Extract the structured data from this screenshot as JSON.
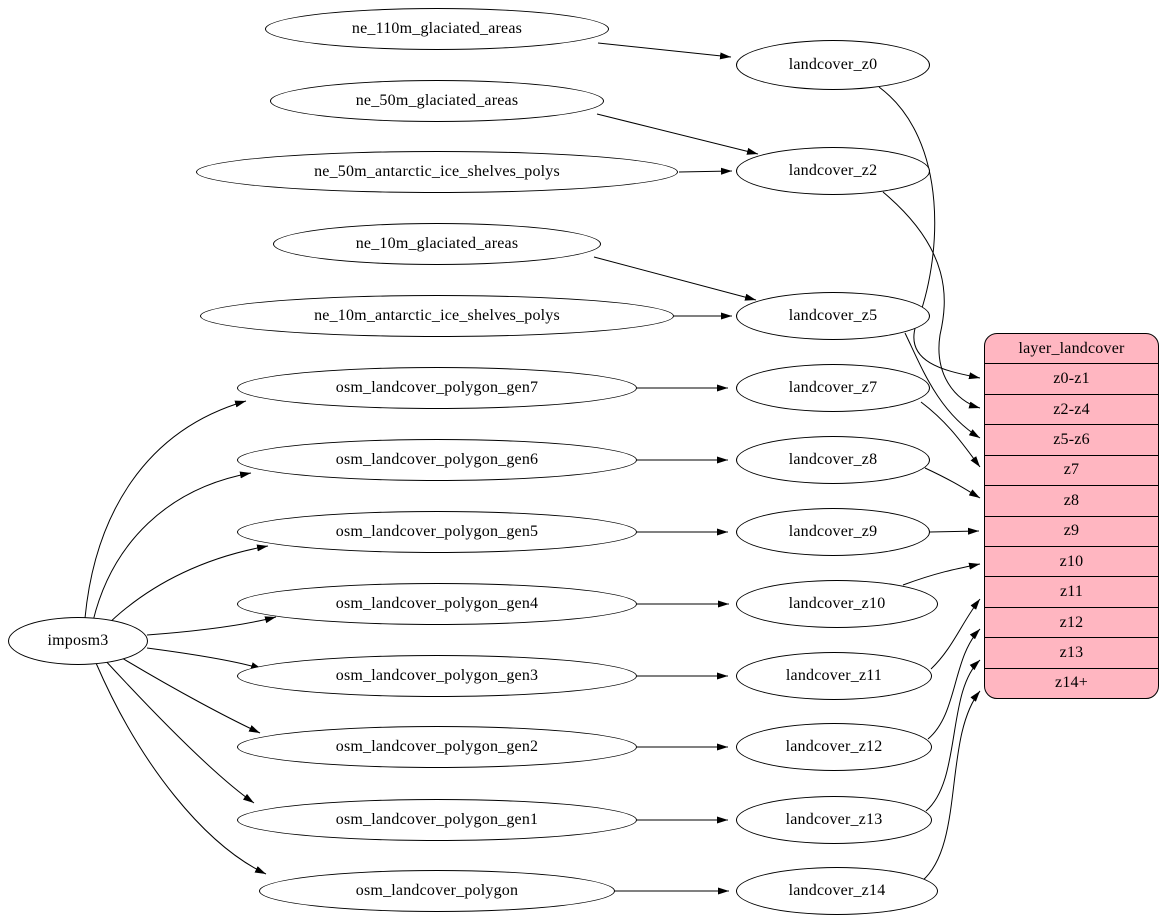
{
  "diagram": {
    "type": "graphviz-dependency-diagram",
    "background": "#ffffff",
    "node_fill": "#ffffff",
    "node_stroke": "#000000",
    "record_fill": "#ffb6c1",
    "edge_color": "#000000"
  },
  "node_labels": {
    "imposm3": "imposm3",
    "ne_110m_glaciated_areas": "ne_110m_glaciated_areas",
    "ne_50m_glaciated_areas": "ne_50m_glaciated_areas",
    "ne_50m_antarctic_ice_shelves_polys": "ne_50m_antarctic_ice_shelves_polys",
    "ne_10m_glaciated_areas": "ne_10m_glaciated_areas",
    "ne_10m_antarctic_ice_shelves_polys": "ne_10m_antarctic_ice_shelves_polys",
    "osm_landcover_polygon_gen7": "osm_landcover_polygon_gen7",
    "osm_landcover_polygon_gen6": "osm_landcover_polygon_gen6",
    "osm_landcover_polygon_gen5": "osm_landcover_polygon_gen5",
    "osm_landcover_polygon_gen4": "osm_landcover_polygon_gen4",
    "osm_landcover_polygon_gen3": "osm_landcover_polygon_gen3",
    "osm_landcover_polygon_gen2": "osm_landcover_polygon_gen2",
    "osm_landcover_polygon_gen1": "osm_landcover_polygon_gen1",
    "osm_landcover_polygon": "osm_landcover_polygon",
    "landcover_z0": "landcover_z0",
    "landcover_z2": "landcover_z2",
    "landcover_z5": "landcover_z5",
    "landcover_z7": "landcover_z7",
    "landcover_z8": "landcover_z8",
    "landcover_z9": "landcover_z9",
    "landcover_z10": "landcover_z10",
    "landcover_z11": "landcover_z11",
    "landcover_z12": "landcover_z12",
    "landcover_z13": "landcover_z13",
    "landcover_z14": "landcover_z14"
  },
  "record": {
    "title": "layer_landcover",
    "rows": [
      "z0-z1",
      "z2-z4",
      "z5-z6",
      "z7",
      "z8",
      "z9",
      "z10",
      "z11",
      "z12",
      "z13",
      "z14+"
    ]
  },
  "edges": [
    {
      "from": "ne_110m_glaciated_areas",
      "to": "landcover_z0"
    },
    {
      "from": "ne_50m_glaciated_areas",
      "to": "landcover_z2"
    },
    {
      "from": "ne_50m_antarctic_ice_shelves_polys",
      "to": "landcover_z2"
    },
    {
      "from": "ne_10m_glaciated_areas",
      "to": "landcover_z5"
    },
    {
      "from": "ne_10m_antarctic_ice_shelves_polys",
      "to": "landcover_z5"
    },
    {
      "from": "imposm3",
      "to": "osm_landcover_polygon_gen7"
    },
    {
      "from": "imposm3",
      "to": "osm_landcover_polygon_gen6"
    },
    {
      "from": "imposm3",
      "to": "osm_landcover_polygon_gen5"
    },
    {
      "from": "imposm3",
      "to": "osm_landcover_polygon_gen4"
    },
    {
      "from": "imposm3",
      "to": "osm_landcover_polygon_gen3"
    },
    {
      "from": "imposm3",
      "to": "osm_landcover_polygon_gen2"
    },
    {
      "from": "imposm3",
      "to": "osm_landcover_polygon_gen1"
    },
    {
      "from": "imposm3",
      "to": "osm_landcover_polygon"
    },
    {
      "from": "osm_landcover_polygon_gen7",
      "to": "landcover_z7"
    },
    {
      "from": "osm_landcover_polygon_gen6",
      "to": "landcover_z8"
    },
    {
      "from": "osm_landcover_polygon_gen5",
      "to": "landcover_z9"
    },
    {
      "from": "osm_landcover_polygon_gen4",
      "to": "landcover_z10"
    },
    {
      "from": "osm_landcover_polygon_gen3",
      "to": "landcover_z11"
    },
    {
      "from": "osm_landcover_polygon_gen2",
      "to": "landcover_z12"
    },
    {
      "from": "osm_landcover_polygon_gen1",
      "to": "landcover_z13"
    },
    {
      "from": "osm_landcover_polygon",
      "to": "landcover_z14"
    },
    {
      "from": "landcover_z0",
      "to": "layer_landcover",
      "row": "z0-z1"
    },
    {
      "from": "landcover_z2",
      "to": "layer_landcover",
      "row": "z2-z4"
    },
    {
      "from": "landcover_z5",
      "to": "layer_landcover",
      "row": "z5-z6"
    },
    {
      "from": "landcover_z7",
      "to": "layer_landcover",
      "row": "z7"
    },
    {
      "from": "landcover_z8",
      "to": "layer_landcover",
      "row": "z8"
    },
    {
      "from": "landcover_z9",
      "to": "layer_landcover",
      "row": "z9"
    },
    {
      "from": "landcover_z10",
      "to": "layer_landcover",
      "row": "z10"
    },
    {
      "from": "landcover_z11",
      "to": "layer_landcover",
      "row": "z11"
    },
    {
      "from": "landcover_z12",
      "to": "layer_landcover",
      "row": "z12"
    },
    {
      "from": "landcover_z13",
      "to": "layer_landcover",
      "row": "z13"
    },
    {
      "from": "landcover_z14",
      "to": "layer_landcover",
      "row": "z14+"
    }
  ]
}
